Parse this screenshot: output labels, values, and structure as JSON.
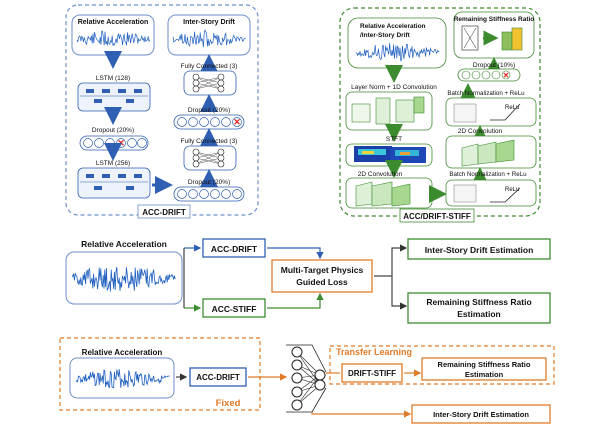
{
  "panel_acc_drift": {
    "input_label": "Relative Acceleration",
    "output_label": "Inter-Story Drift",
    "lstm1": "LSTM (128)",
    "dropout1": "Dropout (20%)",
    "lstm2": "LSTM (256)",
    "fc_top": "Fully Connected (3)",
    "dropout_top": "Dropout (20%)",
    "fc_mid": "Fully Connected (3)",
    "dropout_bottom": "Dropout (20%)",
    "caption": "ACC-DRIFT"
  },
  "panel_acc_stiff": {
    "input_label": "Relative Acceleration\n/Inter-Story Drift",
    "output_label": "Remaining Stiffness Ratio",
    "layer_norm": "Layer Norm + 1D Convolution",
    "stft": "STFT",
    "conv2d_left": "2D Convolution",
    "dropout": "Dropout (10%)",
    "bn_relu_top": "Batch Normalization + ReLu",
    "relu_top": "ReLu",
    "conv2d_right": "2D Convolution",
    "bn_relu_bottom": "Batch Normalization + ReLu",
    "relu_bottom": "ReLu",
    "caption": "ACC/DRIFT-STIFF"
  },
  "middle": {
    "input_label": "Relative Acceleration",
    "acc_drift": "ACC-DRIFT",
    "acc_stiff": "ACC-STIFF",
    "loss_line1": "Multi-Target Physics",
    "loss_line2": "Guided Loss",
    "out1": "Inter-Story Drift Estimation",
    "out2_line1": "Remaining Stiffness Ratio",
    "out2_line2": "Estimation"
  },
  "bottom": {
    "input_label": "Relative Acceleration",
    "acc_drift": "ACC-DRIFT",
    "fixed": "Fixed",
    "transfer": "Transfer Learning",
    "drift_stiff": "DRIFT-STIFF",
    "out_stiff_line1": "Remaining Stiffness Ratio",
    "out_stiff_line2": "Estimation",
    "out_drift": "Inter-Story Drift Estimation"
  },
  "colors": {
    "blue": "#2f5fb3",
    "green": "#3d8b2f",
    "orange": "#e07b29",
    "signal": "#1f5fbf",
    "gray": "#666666"
  }
}
